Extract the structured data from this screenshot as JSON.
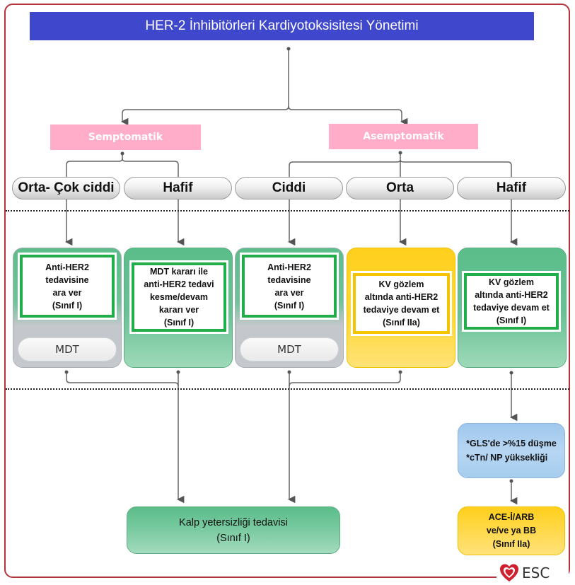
{
  "title": "HER-2 İnhibitörleri Kardiyotoksisitesi Yönetimi",
  "categories": {
    "symptomatic": "Semptomatik",
    "asymptomatic": "Asemptomatik"
  },
  "severity": [
    {
      "label": "Orta- Çok ciddi"
    },
    {
      "label": "Hafif"
    },
    {
      "label": "Ciddi"
    },
    {
      "label": "Orta"
    },
    {
      "label": "Hafif"
    }
  ],
  "actions": [
    {
      "text": "Anti-HER2\ntedavisine\nara ver\n(Sınıf I)",
      "sub": "MDT"
    },
    {
      "text": "MDT kararı ile\nanti-HER2 tedavi\nkesme/devam\nkararı ver\n(Sınıf I)"
    },
    {
      "text": "Anti-HER2\ntedavisine\nara ver\n(Sınıf I)",
      "sub": "MDT"
    },
    {
      "text": "KV gözlem\naltında anti-HER2\ntedaviye devam et\n(Sınıf IIa)"
    },
    {
      "text": "KV gözlem\naltında anti-HER2\ntedaviye devam et\n(Sınıf I)"
    }
  ],
  "heart_failure": "Kalp yetersizliği tedavisi\n(Sınıf I)",
  "monitoring": "*GLS'de >%15 düşme\n*cTn/ NP yüksekliği",
  "therapy": "ACE-İ/ARB\nve/ve ya BB\n(Sınıf IIa)",
  "logo_text": "ESC",
  "colors": {
    "frame": "#b5333a",
    "title_bg": "#3f47cc",
    "category_bg": "#ffadc9",
    "class_I_green": "#20ad4a",
    "class_IIa_yellow": "#f5c400",
    "monitor_blue": "#a6cdee"
  }
}
